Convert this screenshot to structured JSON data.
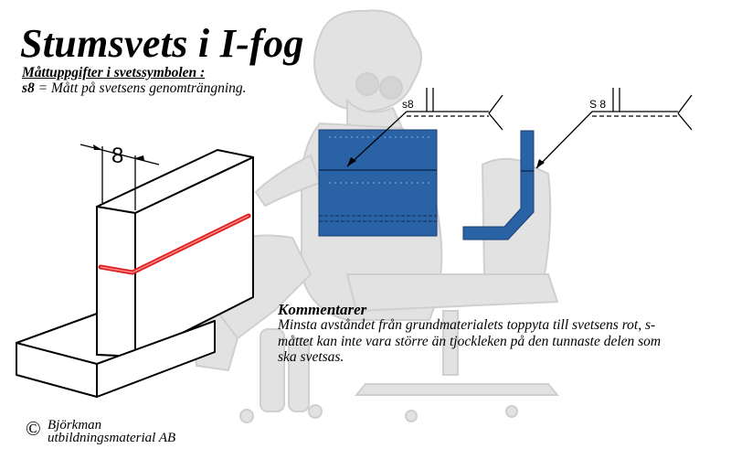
{
  "title": "Stumsvets i I-fog",
  "subtitle_heading": "Måttuppgifter i svetssymbolen :",
  "subtitle_code": "s8",
  "subtitle_rest": " = Mått på svetsens genomträngning.",
  "dimension_label": "8",
  "symbol_1_label": "s8",
  "symbol_2_label": "S 8",
  "comment_heading": "Kommentarer",
  "comment_text": "Minsta avståndet från grundmaterialets toppyta till svetsens rot, s-måttet kan inte vara större än tjockleken på den tunnaste delen som ska svetsas.",
  "copyright_symbol": "©",
  "copyright_line1": "Björkman",
  "copyright_line2": "utbildningsmaterial AB",
  "colors": {
    "plate_blue": "#2a62a6",
    "weld_red": "#e02020",
    "mascot_gray": "#dadada"
  }
}
